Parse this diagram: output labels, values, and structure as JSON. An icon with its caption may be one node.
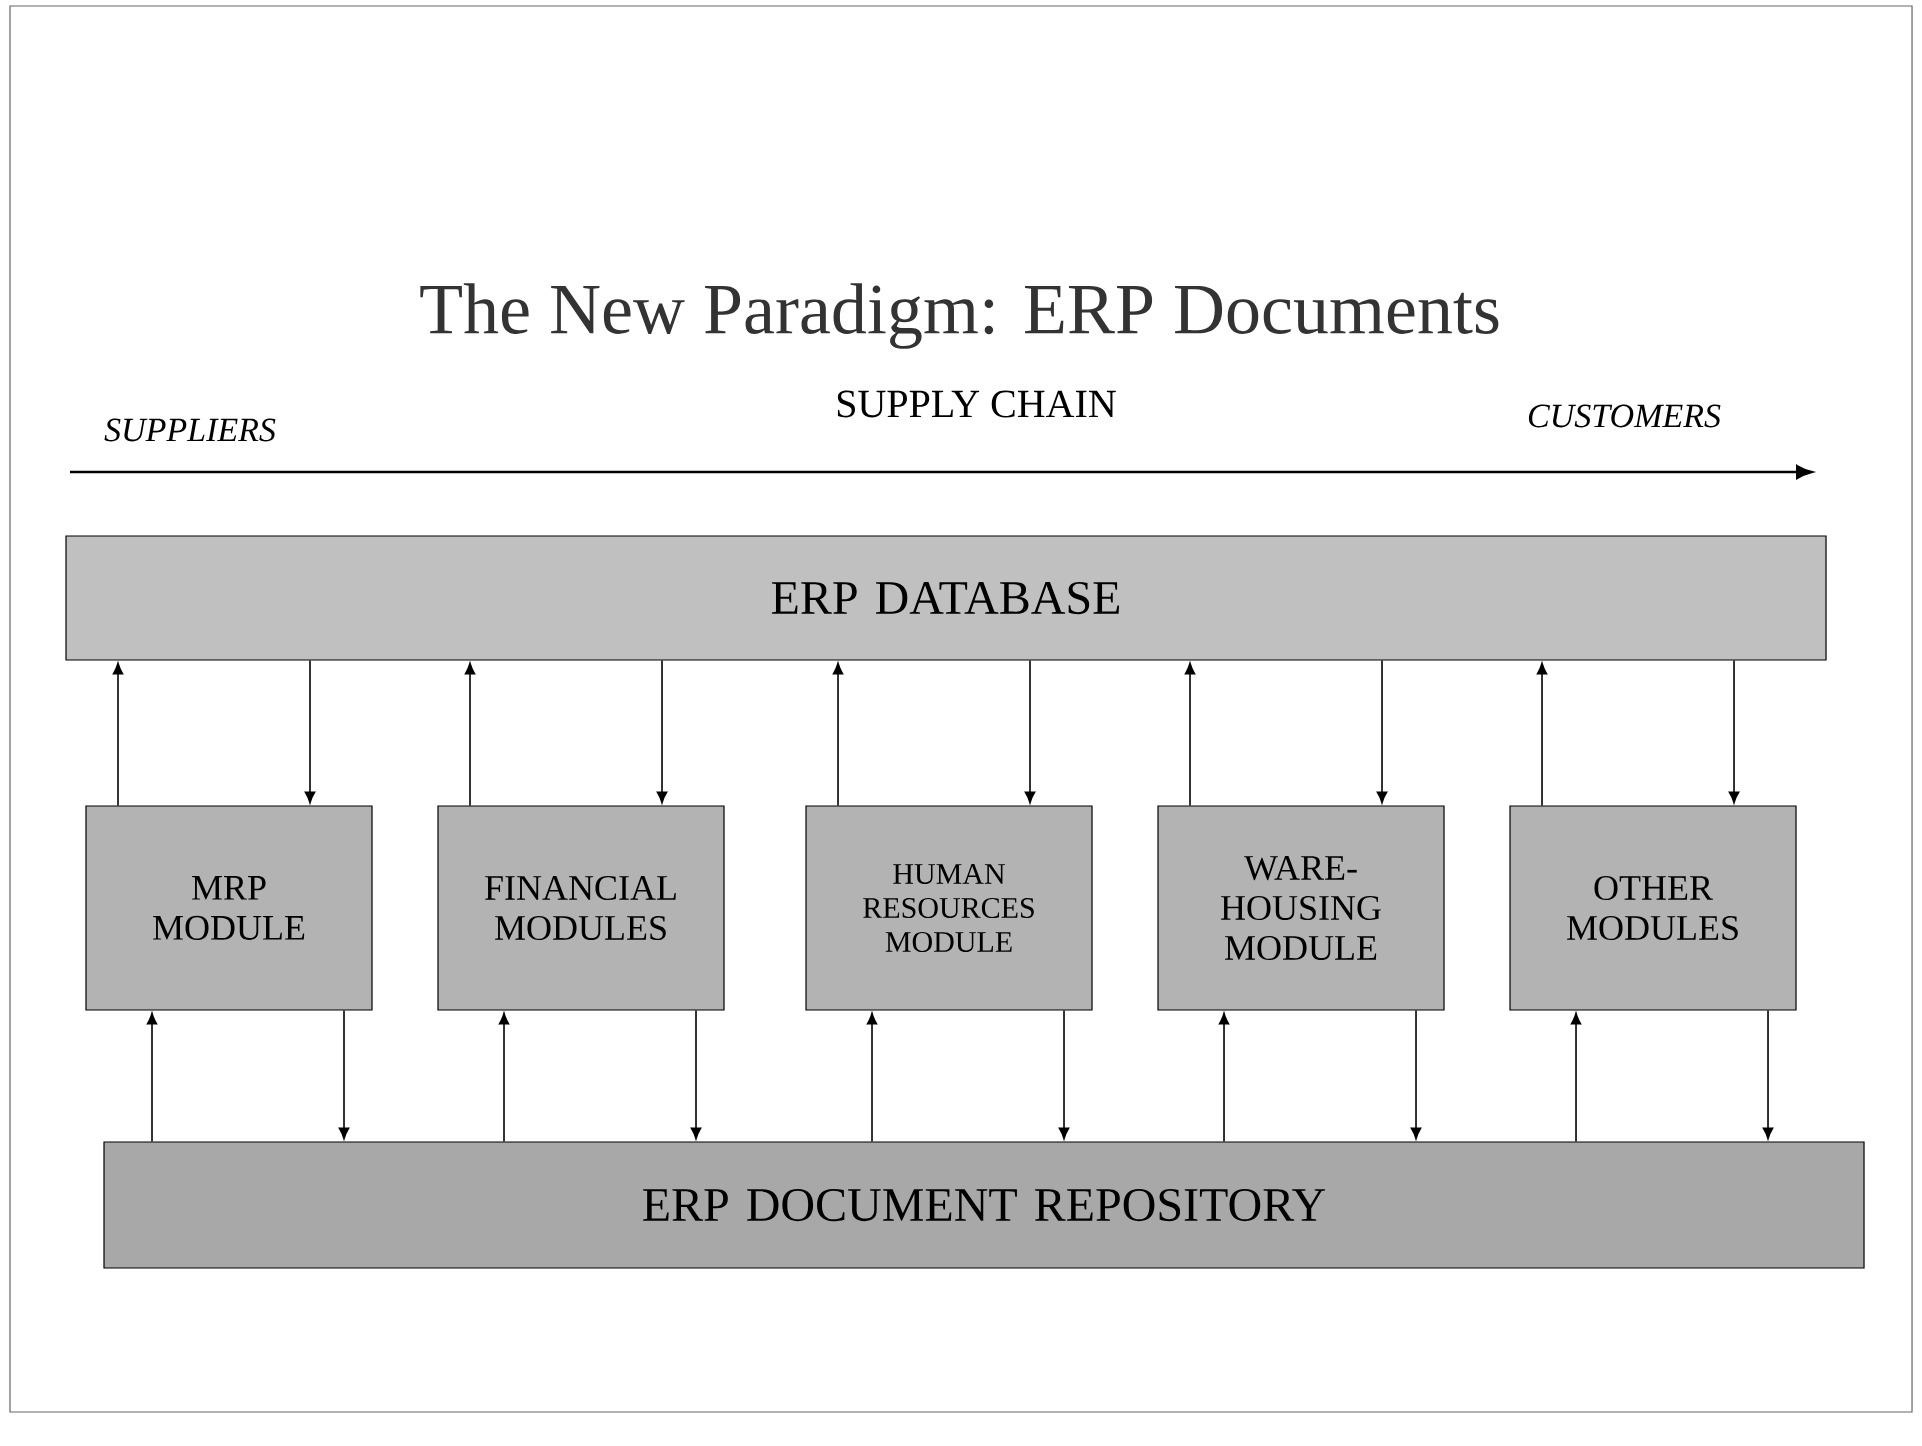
{
  "diagram": {
    "title": "The New Paradigm: ERP Documents",
    "nodes": [
      {
        "text": [
          "ERP DATABASE"
        ]
      },
      {
        "text": [
          "MRP MODULE"
        ]
      },
      {
        "text": [
          "FINANCIAL MODULES"
        ]
      },
      {
        "text": [
          "HUMAN RESOURCES MODULE"
        ]
      },
      {
        "text": [
          "WARE- HOUSING MODULE"
        ]
      },
      {
        "text": [
          "OTHER MODULES"
        ]
      },
      {
        "text": [
          "ERP DOCUMENT REPOSITORY"
        ]
      }
    ],
    "edges": [
      {
        "from": 1,
        "to": 0,
        "arrow": "to"
      },
      {
        "from": 0,
        "to": 1,
        "arrow": "to"
      },
      {
        "from": 2,
        "to": 0,
        "arrow": "to"
      },
      {
        "from": 0,
        "to": 2,
        "arrow": "to"
      },
      {
        "from": 3,
        "to": 0,
        "arrow": "to"
      },
      {
        "from": 0,
        "to": 3,
        "arrow": "to"
      },
      {
        "from": 4,
        "to": 0,
        "arrow": "to"
      },
      {
        "from": 0,
        "to": 4,
        "arrow": "to"
      },
      {
        "from": 5,
        "to": 0,
        "arrow": "to"
      },
      {
        "from": 0,
        "to": 5,
        "arrow": "to"
      },
      {
        "from": 6,
        "to": 1,
        "arrow": "to"
      },
      {
        "from": 1,
        "to": 6,
        "arrow": "to"
      },
      {
        "from": 6,
        "to": 2,
        "arrow": "to"
      },
      {
        "from": 2,
        "to": 6,
        "arrow": "to"
      },
      {
        "from": 6,
        "to": 3,
        "arrow": "to"
      },
      {
        "from": 3,
        "to": 6,
        "arrow": "to"
      },
      {
        "from": 6,
        "to": 4,
        "arrow": "to"
      },
      {
        "from": 4,
        "to": 6,
        "arrow": "to"
      },
      {
        "from": 6,
        "to": 5,
        "arrow": "to"
      },
      {
        "from": 5,
        "to": 6,
        "arrow": "to"
      }
    ],
    "labels": [
      "SUPPLIERS",
      "SUPPLY CHAIN",
      "CUSTOMERS"
    ]
  }
}
